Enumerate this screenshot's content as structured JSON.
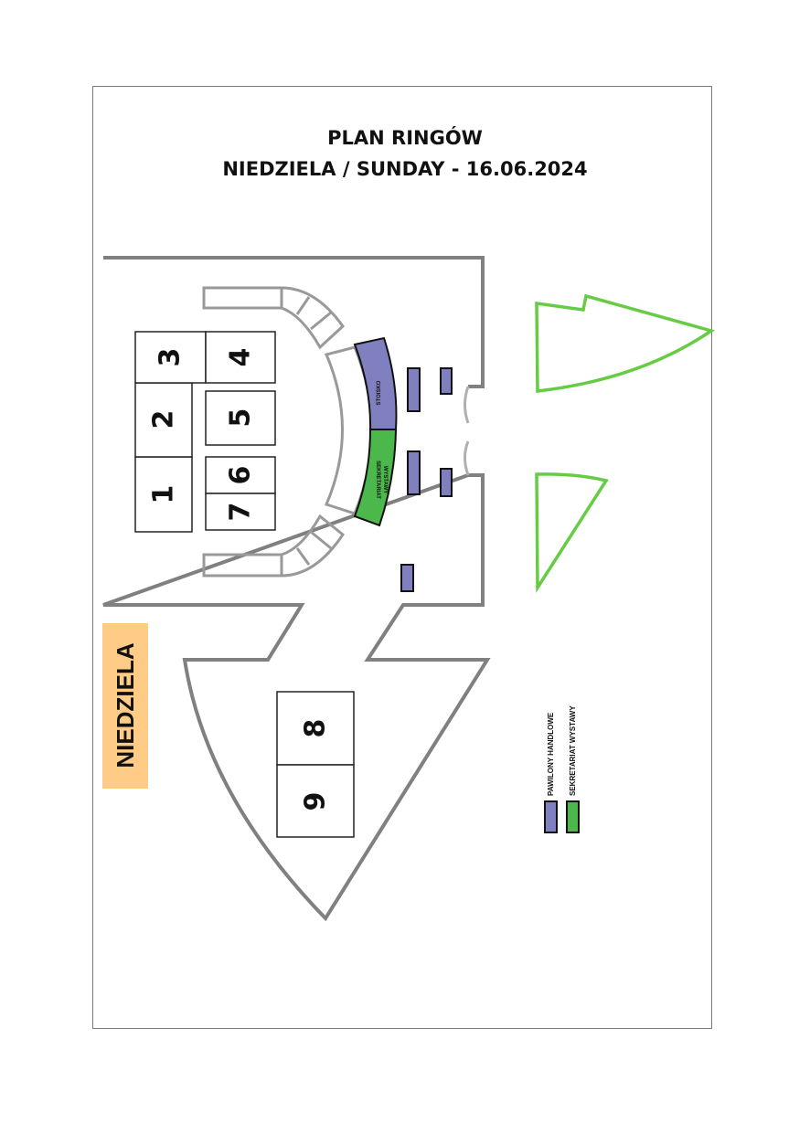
{
  "header": {
    "title_line1": "PLAN RINGÓW",
    "title_line2": "NIEDZIELA / SUNDAY - 16.06.2024"
  },
  "rings": [
    "1",
    "2",
    "3",
    "4",
    "5",
    "6",
    "7",
    "8",
    "9"
  ],
  "stage": {
    "stoisko_label": "STOISKO",
    "secretariat_label_1": "SEKRETARIAT",
    "secretariat_label_2": "WYSTAWY"
  },
  "day_badge": "NIEDZIELA",
  "legend": {
    "vendors_label": "PAWILONY HANDLOWE",
    "secretariat_label": "SEKRETARIAT WYSTAWY"
  },
  "colors": {
    "vendor_fill": "#8080c0",
    "secretariat_fill": "#4cb84c",
    "outline_gray": "#808080",
    "outline_green": "#66cc44",
    "badge_fill": "#ffcc88"
  }
}
